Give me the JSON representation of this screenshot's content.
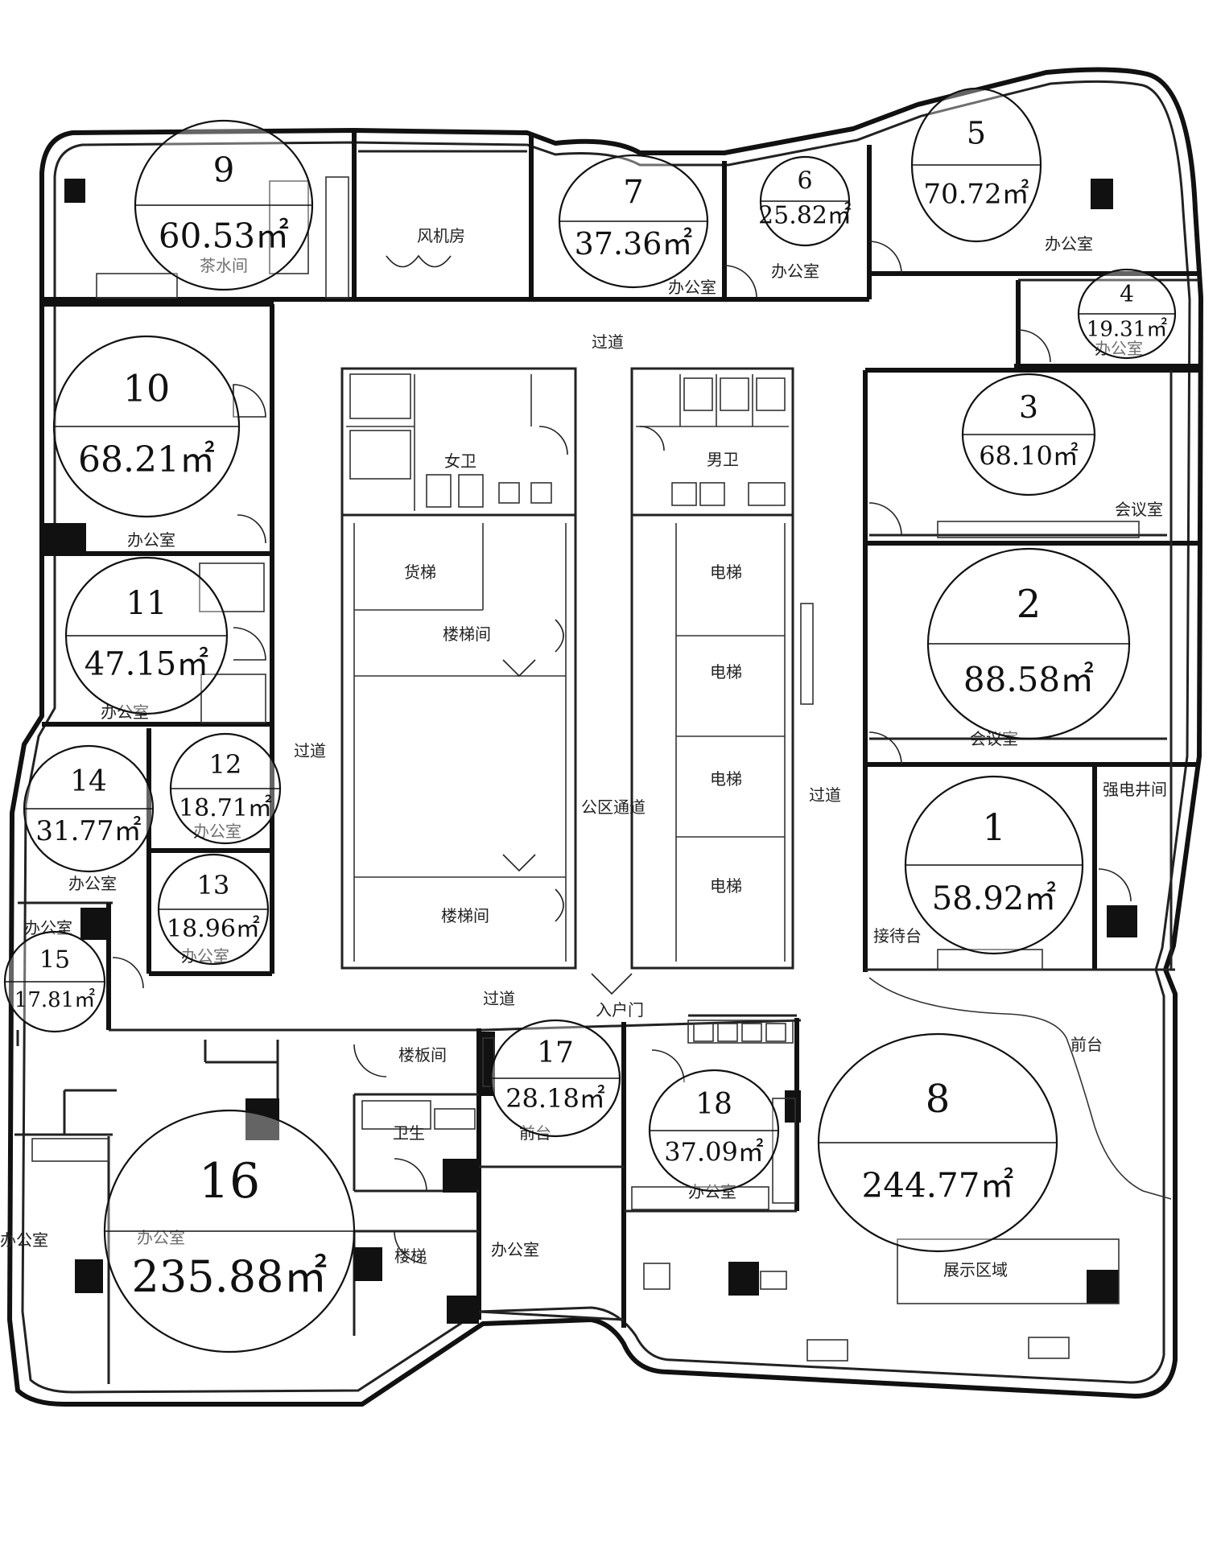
{
  "rooms": [
    {
      "id": "1",
      "number": "1",
      "area": "58.92㎡"
    },
    {
      "id": "2",
      "number": "2",
      "area": "88.58㎡"
    },
    {
      "id": "3",
      "number": "3",
      "area": "68.10㎡"
    },
    {
      "id": "4",
      "number": "4",
      "area": "19.31㎡"
    },
    {
      "id": "5",
      "number": "5",
      "area": "70.72㎡"
    },
    {
      "id": "6",
      "number": "6",
      "area": "25.82㎡"
    },
    {
      "id": "7",
      "number": "7",
      "area": "37.36㎡"
    },
    {
      "id": "8",
      "number": "8",
      "area": "244.77㎡"
    },
    {
      "id": "9",
      "number": "9",
      "area": "60.53㎡"
    },
    {
      "id": "10",
      "number": "10",
      "area": "68.21㎡"
    },
    {
      "id": "11",
      "number": "11",
      "area": "47.15㎡"
    },
    {
      "id": "12",
      "number": "12",
      "area": "18.71㎡"
    },
    {
      "id": "13",
      "number": "13",
      "area": "18.96㎡"
    },
    {
      "id": "14",
      "number": "14",
      "area": "31.77㎡"
    },
    {
      "id": "15",
      "number": "15",
      "area": "17.81㎡"
    },
    {
      "id": "16",
      "number": "16",
      "area": "235.88㎡"
    },
    {
      "id": "17",
      "number": "17",
      "area": "28.18㎡"
    },
    {
      "id": "18",
      "number": "18",
      "area": "37.09㎡"
    }
  ],
  "labels": {
    "corridor_top": "过道",
    "corridor_left": "过道",
    "corridor_right": "过道",
    "corridor_bottom": "过道",
    "fan_room": "风机房",
    "tea_room": "茶水间",
    "female_wc": "女卫",
    "male_wc": "男卫",
    "freight_elevator": "货梯",
    "elevator_a": "电梯",
    "elevator_b": "电梯",
    "elevator_c": "电梯",
    "elevator_d": "电梯",
    "elevator_hall_upper": "楼梯间",
    "elevator_hall_lower": "楼梯间",
    "public_lobby": "公区通道",
    "entrance_door": "入户门",
    "office_5": "办公室",
    "office_7": "办公室",
    "office_6": "办公室",
    "office_4": "办公室",
    "office_3": "会议室",
    "office_2": "会议室",
    "reception_1": "接待台",
    "power_room": "强电井间",
    "office_10": "办公室",
    "office_11": "办公室",
    "office_12": "办公室",
    "office_13": "办公室",
    "office_14": "办公室",
    "office_15": "办公室",
    "office_16": "办公室",
    "office_16b": "办公室",
    "office_side": "办公室",
    "pantry_17": "前台",
    "office_18": "办公室",
    "office_bottom": "办公室",
    "stair_board": "楼板间",
    "toilet_mgr": "卫生",
    "stair_small": "楼梯",
    "display_area": "展示区域",
    "front_desk": "前台",
    "front_desk_8": "前台"
  }
}
